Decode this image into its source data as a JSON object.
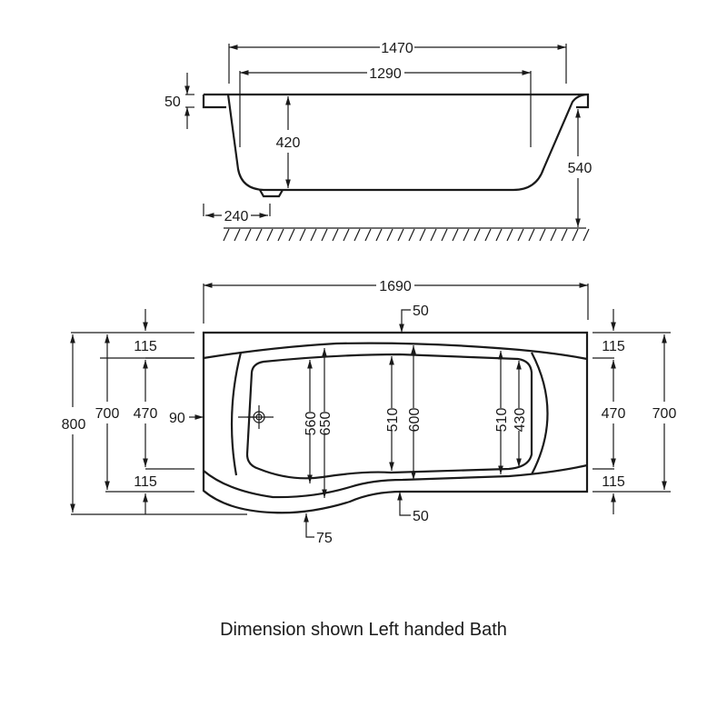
{
  "side_view": {
    "overall_length": "1470",
    "inner_length": "1290",
    "rim_thickness": "50",
    "inner_depth": "420",
    "overall_height": "540",
    "waste_offset": "240"
  },
  "plan_view": {
    "overall_length": "1690",
    "top_rim_offset": "50",
    "bottom_rim_offset": "50",
    "curve_offset": "75",
    "left": {
      "overall_width": "800",
      "body_width": "700",
      "top_ledge": "115",
      "inner_width": "470",
      "bottom_ledge": "115",
      "waste_offset": "90"
    },
    "interior": {
      "width_1": "560",
      "width_2": "650",
      "width_3": "510",
      "width_4": "600",
      "width_5": "510",
      "width_6": "430"
    },
    "right": {
      "top_ledge": "115",
      "inner_width": "470",
      "bottom_ledge": "115",
      "body_width": "700"
    }
  },
  "caption": "Dimension shown Left handed Bath"
}
